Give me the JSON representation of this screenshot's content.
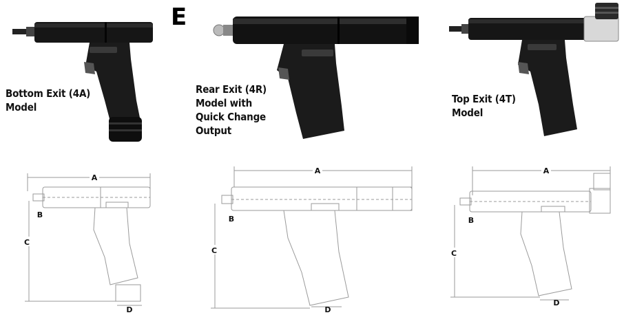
{
  "brand": {
    "logo_text": "E"
  },
  "models": [
    {
      "caption": "Bottom Exit (4A)\nModel"
    },
    {
      "caption": "Rear Exit (4R)\nModel with\nQuick Change\nOutput"
    },
    {
      "caption": "Top Exit (4T)\nModel"
    }
  ],
  "dimension_labels": {
    "a": "A",
    "b": "B",
    "c": "C",
    "d": "D"
  }
}
